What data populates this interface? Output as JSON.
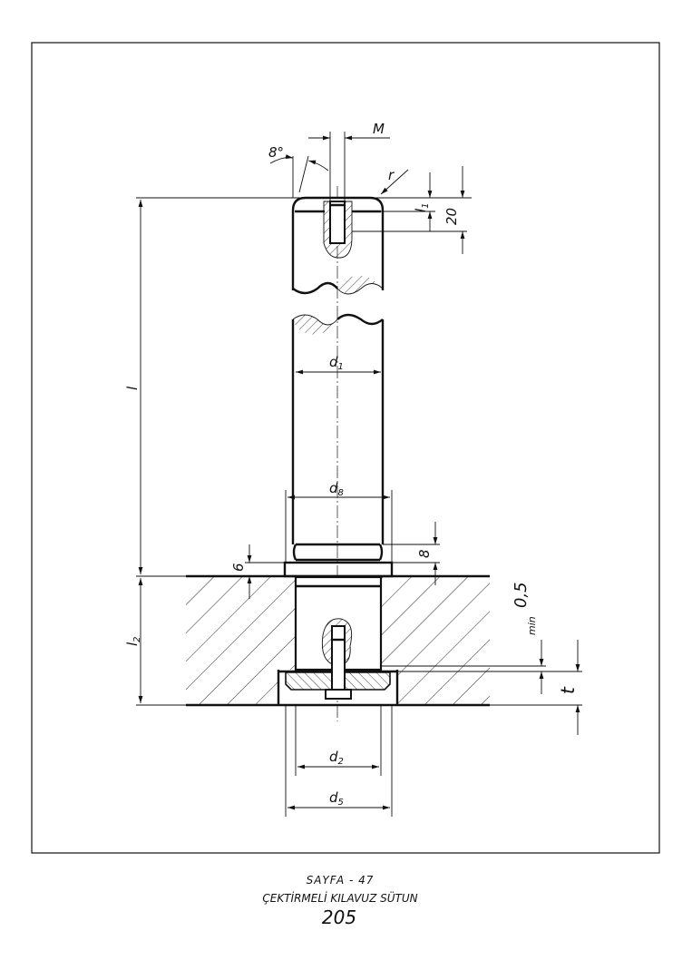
{
  "drawing": {
    "dimensions": {
      "thread": "M",
      "angle": "8°",
      "radius": "r",
      "l1": {
        "base": "l",
        "sub": "1"
      },
      "depth": "20",
      "d1": {
        "base": "d",
        "sub": "1"
      },
      "length": "l",
      "d8": {
        "base": "d",
        "sub": "8"
      },
      "groove": "8",
      "collar": "6",
      "l2": {
        "base": "l",
        "sub": "2"
      },
      "clearance": "0,5",
      "clearance_note": "min",
      "t": "t",
      "d2": {
        "base": "d",
        "sub": "2"
      },
      "d5": {
        "base": "d",
        "sub": "5"
      }
    }
  },
  "caption": {
    "page": "SAYFA - 47",
    "title": "ÇEKTİRMELİ KILAVUZ SÜTUN",
    "number": "205"
  }
}
